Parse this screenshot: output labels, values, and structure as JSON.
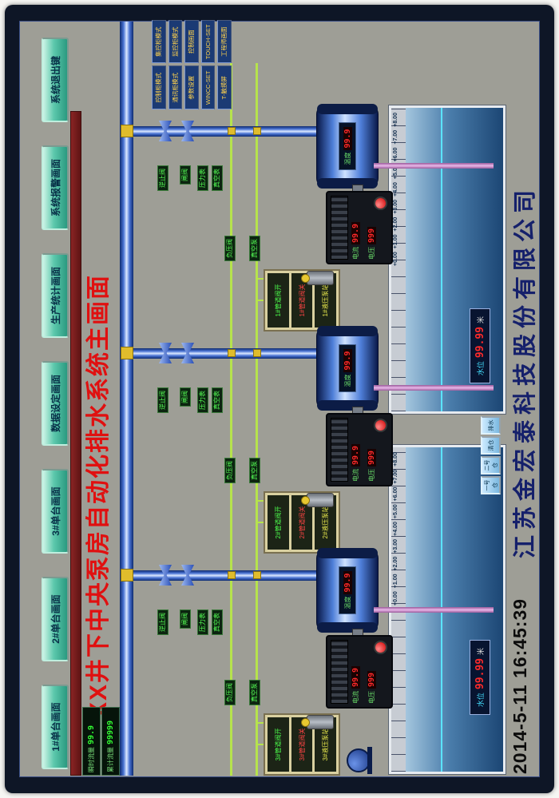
{
  "title": "XX井下中央泵房自动化排水系统主画面",
  "nav_buttons": [
    "1#单台画面",
    "2#单台画面",
    "3#单台画面",
    "数据设定画面",
    "生产统计画面",
    "系统报警画面",
    "系统退出键"
  ],
  "control_buttons": [
    "控制柜模式",
    "集控柜模式",
    "通讯柜模式",
    "监控柜模式",
    "参数设置",
    "控制画面",
    "WINCC-SET",
    "TOUCH-SET",
    "T-触摸屏",
    "工程师画面"
  ],
  "flow": {
    "instant_label": "瞬时流量",
    "instant_value": "99.9",
    "total_label": "累计流量",
    "total_value": "99999"
  },
  "pumps": [
    {
      "id": "1#",
      "temp_label": "温度",
      "temp_value": "99.9",
      "motor_current_label": "电流",
      "motor_current_value": "99.9",
      "motor_voltage_label": "电压",
      "motor_voltage_value": "999",
      "valve_tag_top": "逆止阀",
      "valve_tag_bottom": "闸阀",
      "sensor_tag_top": "压力表",
      "sensor_tag_bottom": "真空表",
      "line_tag_top": "负压阀",
      "line_tag_bottom": "真空泵",
      "panel_rows": [
        "1#管道阀开",
        "1#管道阀关",
        "1#液压泵站"
      ]
    },
    {
      "id": "2#",
      "temp_label": "温度",
      "temp_value": "99.9",
      "motor_current_label": "电流",
      "motor_current_value": "99.9",
      "motor_voltage_label": "电压",
      "motor_voltage_value": "999",
      "valve_tag_top": "逆止阀",
      "valve_tag_bottom": "闸阀",
      "sensor_tag_top": "压力表",
      "sensor_tag_bottom": "真空表",
      "line_tag_top": "负压阀",
      "line_tag_bottom": "真空泵",
      "panel_rows": [
        "2#管道阀开",
        "2#管道阀关",
        "2#液压泵站"
      ]
    },
    {
      "id": "3#",
      "temp_label": "温度",
      "temp_value": "99.9",
      "motor_current_label": "电流",
      "motor_current_value": "99.9",
      "motor_voltage_label": "电压",
      "motor_voltage_value": "999",
      "valve_tag_top": "逆止阀",
      "valve_tag_bottom": "闸阀",
      "sensor_tag_top": "压力表",
      "sensor_tag_bottom": "真空表",
      "line_tag_top": "负压阀",
      "line_tag_bottom": "真空泵",
      "panel_rows": [
        "3#管道阀开",
        "3#管道阀关",
        "3#液压泵站"
      ]
    }
  ],
  "tanks": [
    {
      "scale": [
        "+0.00",
        "+1.00",
        "+2.00",
        "+3.00",
        "+4.00",
        "+5.00",
        "+6.00",
        "+7.00",
        "+8.00"
      ],
      "level_label": "水位",
      "level_value": "99.99",
      "level_unit": "米"
    },
    {
      "scale": [
        "+0.00",
        "+1.00",
        "+2.00",
        "+3.00",
        "+4.00",
        "+5.00",
        "+6.00",
        "+7.00",
        "+8.00"
      ],
      "level_label": "水位",
      "level_value": "99.99",
      "level_unit": "米"
    }
  ],
  "sump_buttons": [
    "一号仓",
    "二号仓",
    "清仓",
    "排水"
  ],
  "footer": {
    "company": "江苏金宏泰科技股份有限公司",
    "datetime": "2014-5-11  16:45:39"
  },
  "colors": {
    "title_red": "#e01010",
    "pipe_blue": "#4a74d4",
    "sensor_green_line": "#b6e34c",
    "digital_red": "#ff2a2a",
    "digital_green": "#33ff33",
    "nav_button_green": "#5cc8ac",
    "background_grey": "#9e9e96"
  }
}
